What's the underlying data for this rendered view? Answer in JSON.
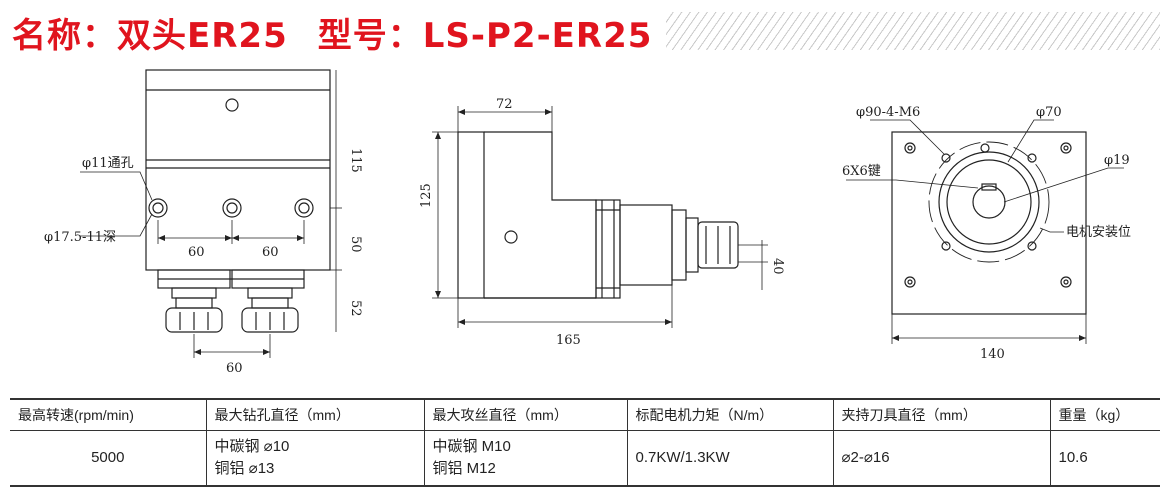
{
  "title": {
    "name_label": "名称：双头ER25",
    "model_label": "型号：LS-P2-ER25"
  },
  "drawing": {
    "front": {
      "hole_through": "φ11通孔",
      "hole_depth": "φ17.5-11深",
      "dim_60_a": "60",
      "dim_60_b": "60",
      "dim_115": "115",
      "dim_50": "50",
      "dim_52": "52",
      "dim_60_bottom": "60"
    },
    "side": {
      "dim_72": "72",
      "dim_125": "125",
      "dim_40": "40",
      "dim_165": "165"
    },
    "top": {
      "bolt_circle": "φ90-4-M6",
      "dia_70": "φ70",
      "key": "6X6键",
      "dia_19": "φ19",
      "motor_mount": "电机安装位",
      "dim_140": "140"
    }
  },
  "spec_table": {
    "headers": [
      "最高转速(rpm/min)",
      "最大钻孔直径（mm）",
      "最大攻丝直径（mm）",
      "标配电机力矩（N/m）",
      "夹持刀具直径（mm）",
      "重量（kg）"
    ],
    "row": {
      "speed": "5000",
      "drill_line1": "中碳钢 ⌀10",
      "drill_line2": "铜铝 ⌀13",
      "tap_line1": "中碳钢 M10",
      "tap_line2": "铜铝 M12",
      "torque": "0.7KW/1.3KW",
      "collet": "⌀2-⌀16",
      "weight": "10.6"
    }
  }
}
